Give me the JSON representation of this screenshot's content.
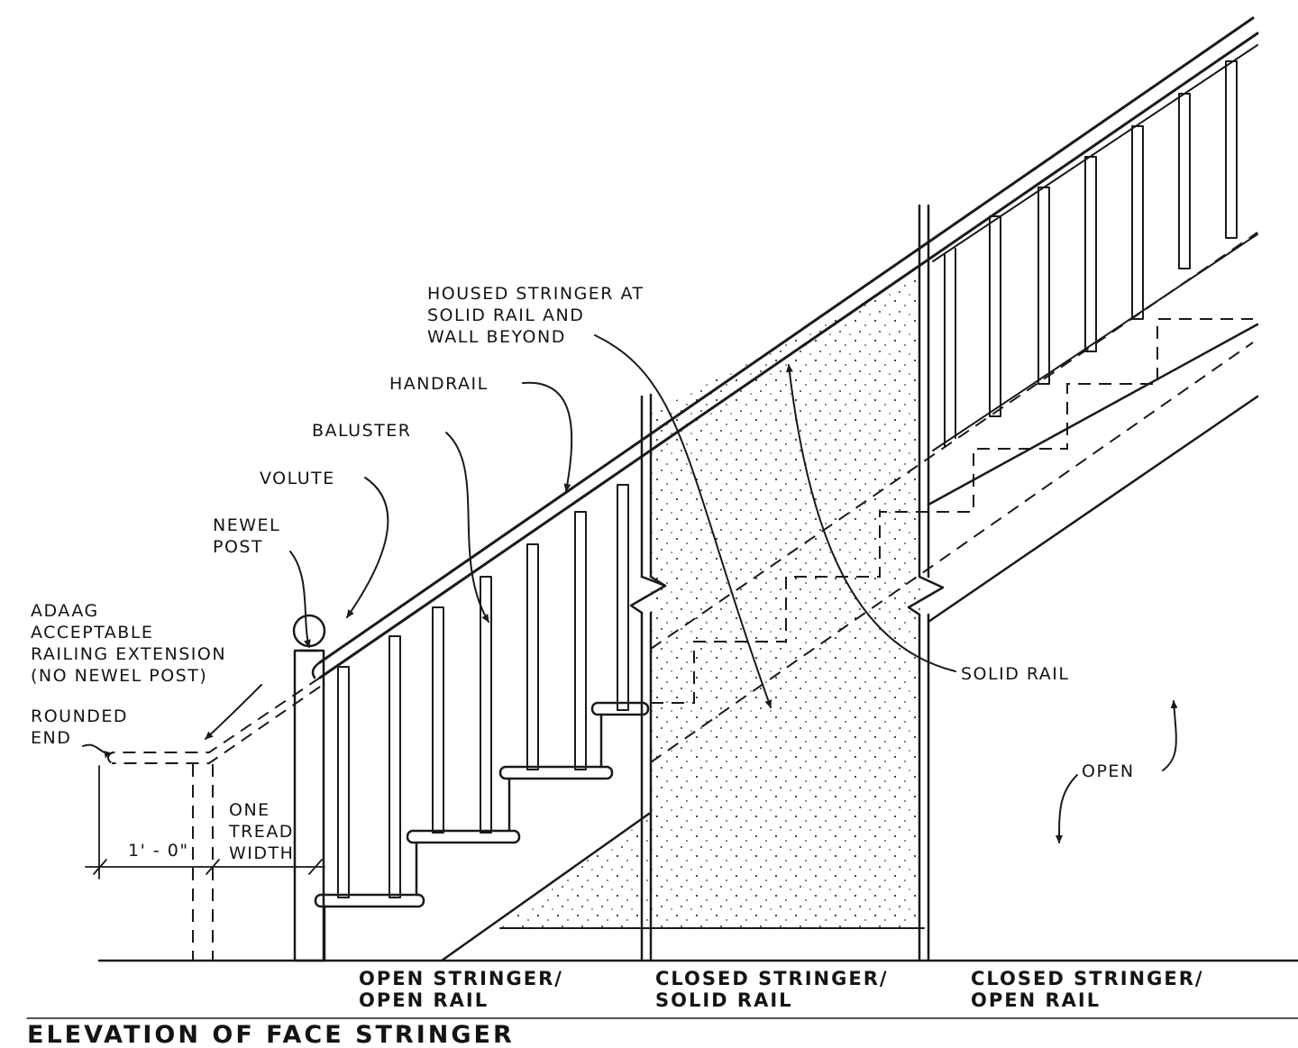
{
  "labels": {
    "housed_stringer": [
      "HOUSED STRINGER AT",
      "SOLID RAIL AND",
      "WALL BEYOND"
    ],
    "handrail": "HANDRAIL",
    "baluster": "BALUSTER",
    "volute": "VOLUTE",
    "newel_post": [
      "NEWEL",
      "POST"
    ],
    "adaag": [
      "ADAAG",
      "ACCEPTABLE",
      "RAILING EXTENSION",
      "(NO NEWEL POST)"
    ],
    "rounded_end": [
      "ROUNDED",
      "END"
    ],
    "one_tread_width": [
      "ONE",
      "TREAD",
      "WIDTH"
    ],
    "dimension": "1' - 0\"",
    "solid_rail": "SOLID RAIL",
    "open": "OPEN"
  },
  "sections": [
    [
      "OPEN STRINGER/",
      "OPEN RAIL"
    ],
    [
      "CLOSED STRINGER/",
      "SOLID RAIL"
    ],
    [
      "CLOSED STRINGER/",
      "OPEN RAIL"
    ]
  ],
  "title": "ELEVATION OF FACE STRINGER"
}
